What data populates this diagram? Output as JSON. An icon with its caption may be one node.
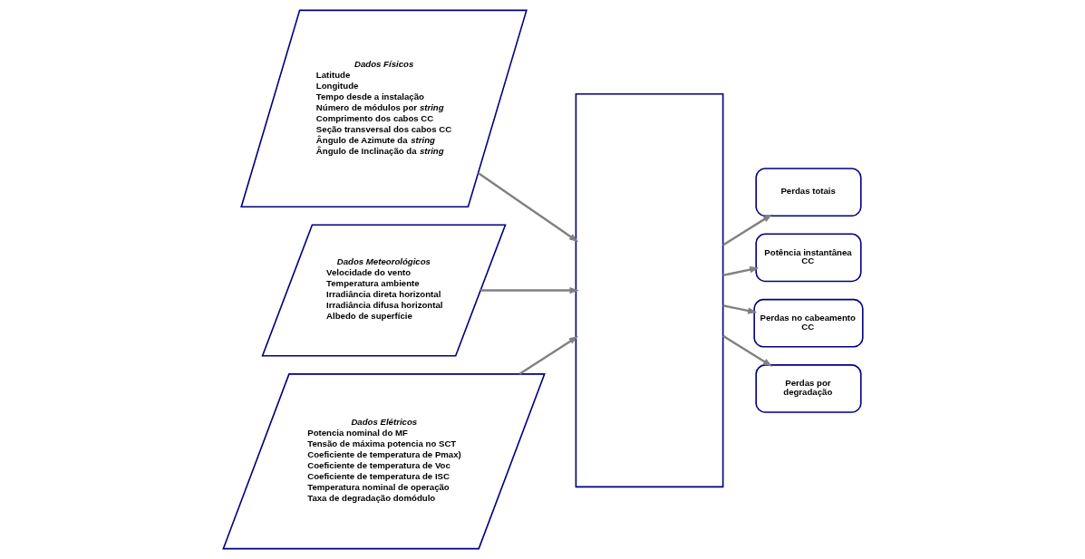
{
  "diagram": {
    "nodes": [
      {
        "text": [
          "Dados Físicos",
          "Latitude",
          "Longitude",
          "Tempo desde a instalação",
          "Número de módulos por *string*",
          "Comprimento dos cabos CC",
          "Seção transversal dos cabos CC",
          "Ângulo de Azimute da *string*",
          "Ângulo de Inclinação da *string*"
        ]
      },
      {
        "text": [
          "Dados Meteorológicos",
          "Velocidade do vento",
          "Temperatura ambiente",
          "Irradiância direta horizontal",
          "Irradiância difusa horizontal",
          "Albedo de superfície"
        ]
      },
      {
        "text": [
          "Dados Elétricos",
          "Potencia nominal do MF",
          "Tensão de máxima potencia no SCT",
          "Coeficiente de temperatura de Pmax)",
          "Coeficiente de temperatura de Voc",
          "Coeficiente de temperatura de ISC",
          "Temperatura nominal de operação",
          "Taxa de degradação domódulo"
        ]
      },
      {
        "text": [],
        "shape": "box"
      },
      {
        "text": [
          "Perdas totais"
        ]
      },
      {
        "text": [
          "Potência instantânea CC"
        ]
      },
      {
        "text": [
          "Perdas no cabeamento CC"
        ]
      },
      {
        "text": [
          "Perdas por degradação"
        ]
      }
    ],
    "edges": [
      {
        "from": 0,
        "to": 3,
        "arrow": "to"
      },
      {
        "from": 1,
        "to": 3,
        "arrow": "to"
      },
      {
        "from": 2,
        "to": 3,
        "arrow": "to"
      },
      {
        "from": 3,
        "to": 4,
        "arrow": "to"
      },
      {
        "from": 3,
        "to": 5,
        "arrow": "to"
      },
      {
        "from": 3,
        "to": 6,
        "arrow": "to"
      },
      {
        "from": 3,
        "to": 7,
        "arrow": "to"
      }
    ]
  }
}
